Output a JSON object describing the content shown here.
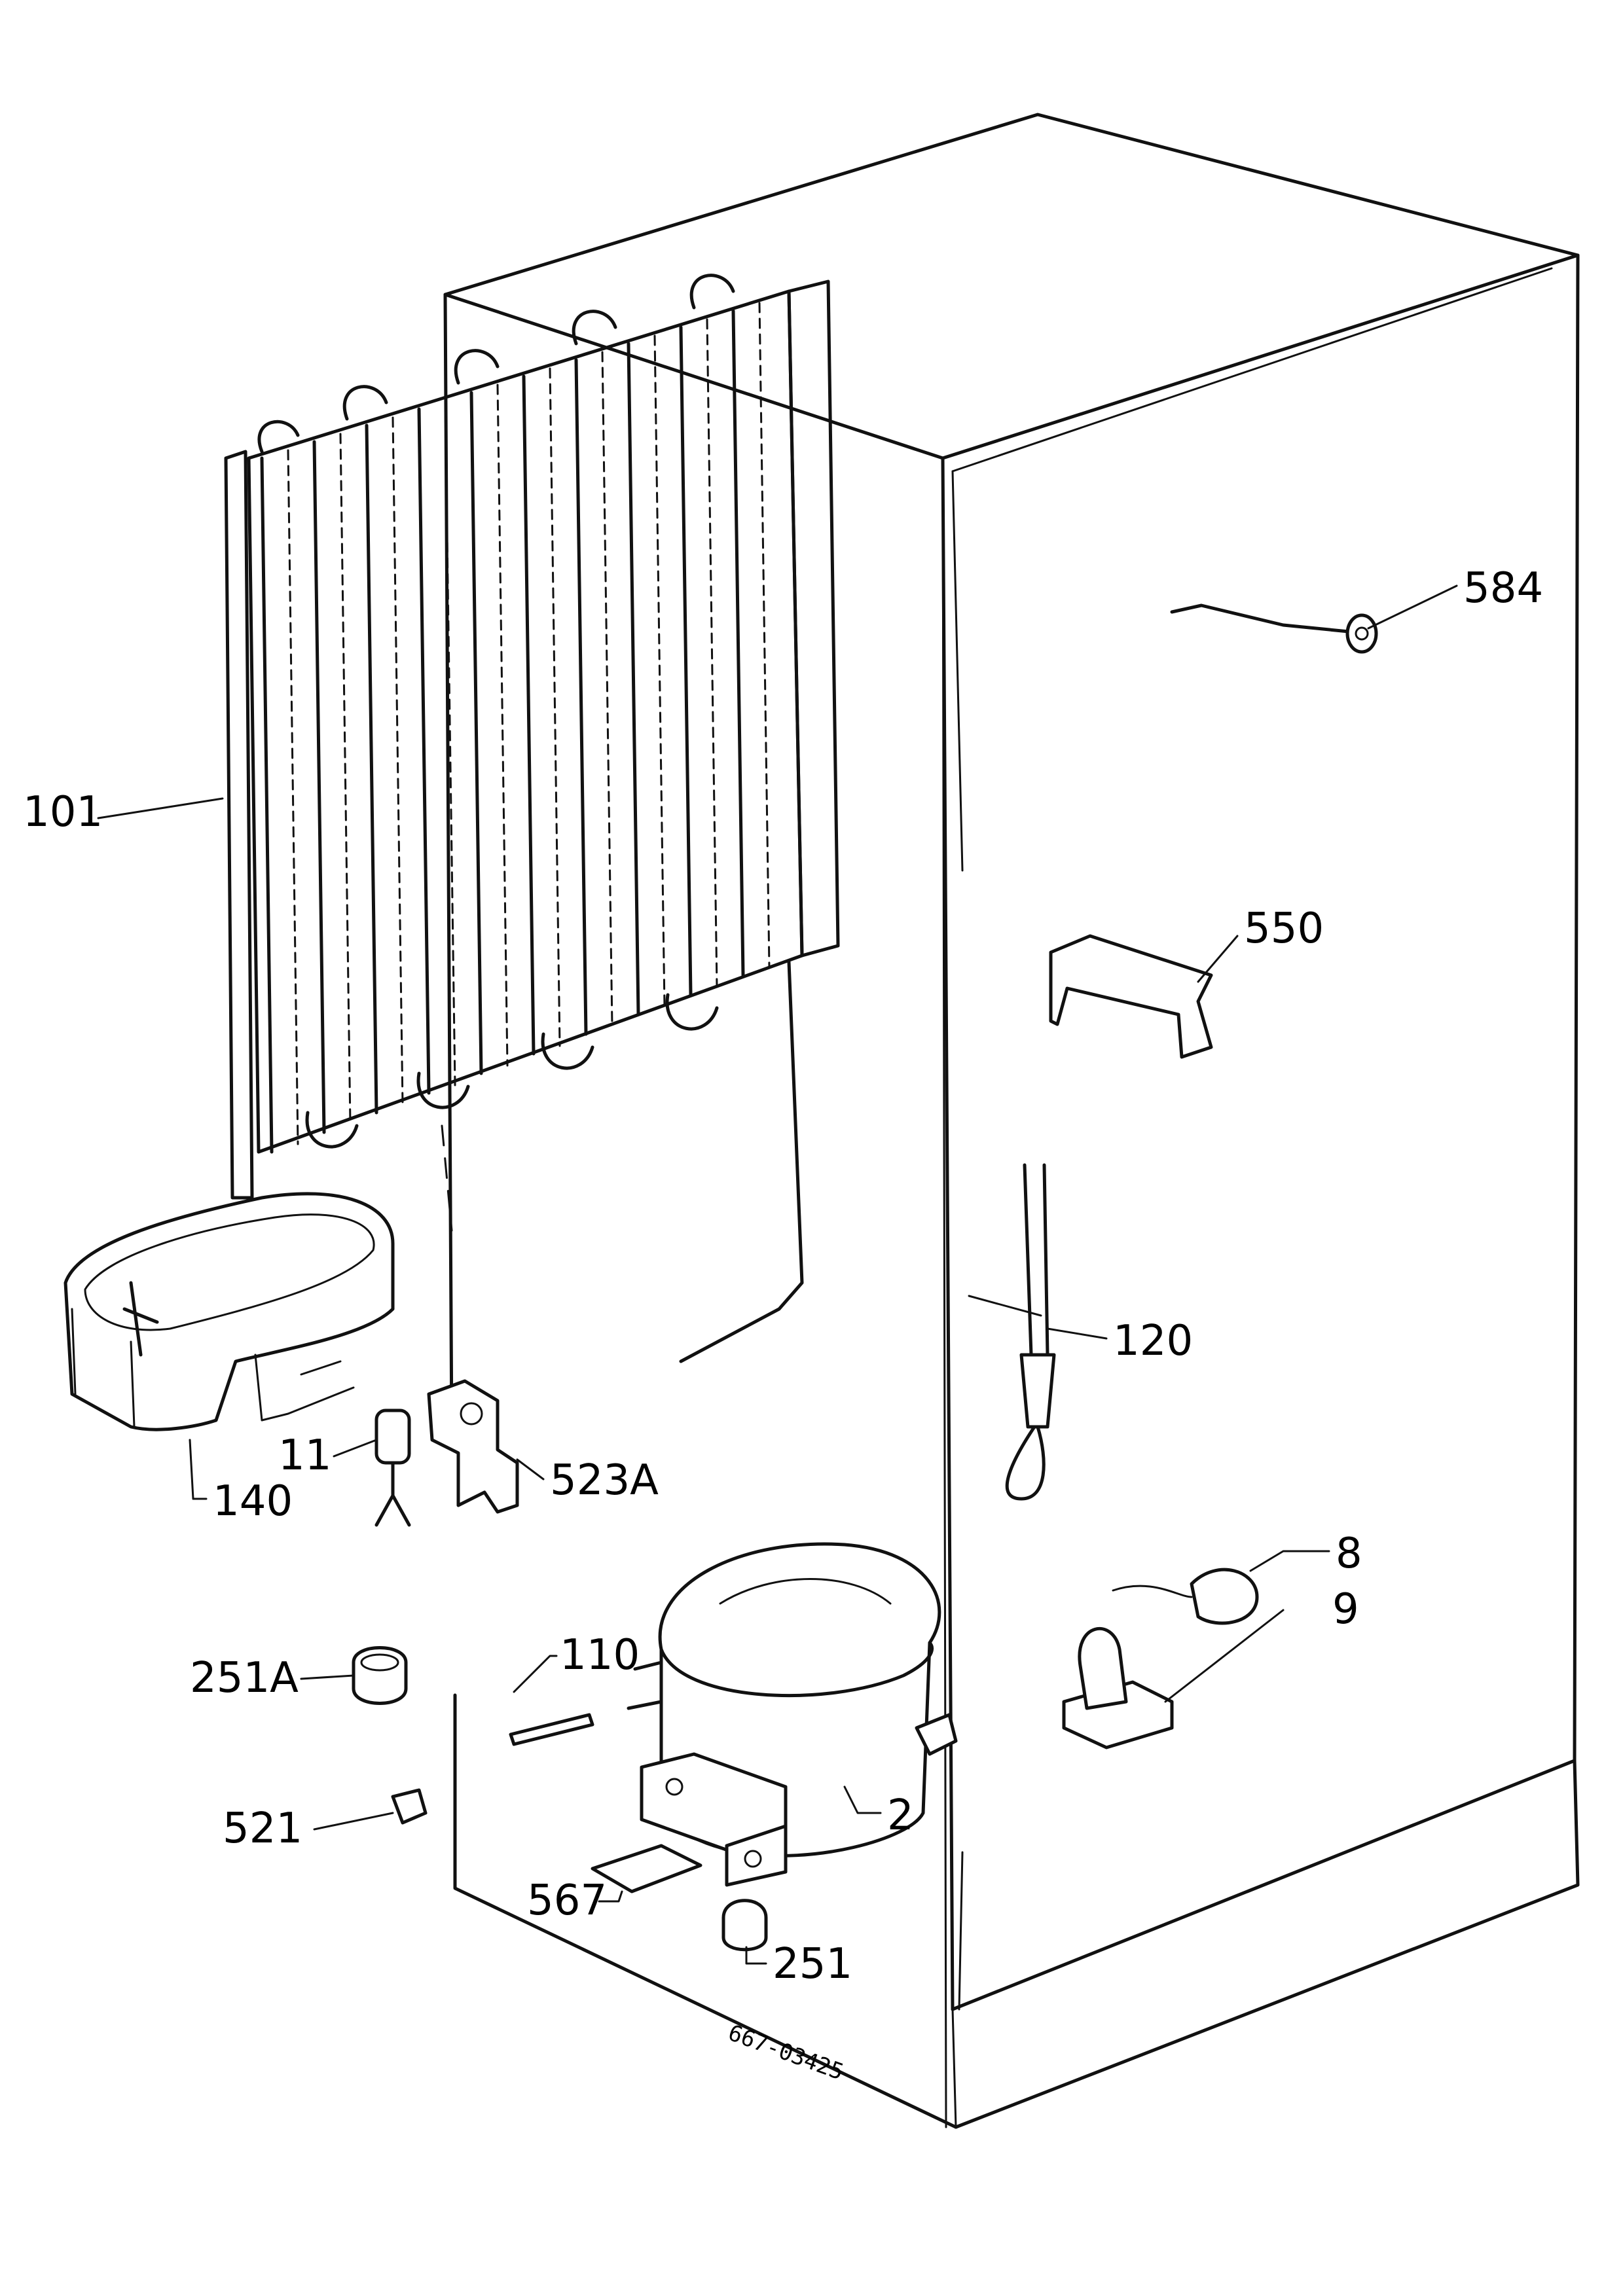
{
  "callouts": {
    "c584": "584",
    "c101": "101",
    "c550": "550",
    "c120": "120",
    "c11": "11",
    "c523A": "523A",
    "c140": "140",
    "c8": "8",
    "c9": "9",
    "c110": "110",
    "c251A": "251A",
    "c2": "2",
    "c521": "521",
    "c567": "567",
    "c251": "251"
  },
  "drawing_code": "667-03425"
}
